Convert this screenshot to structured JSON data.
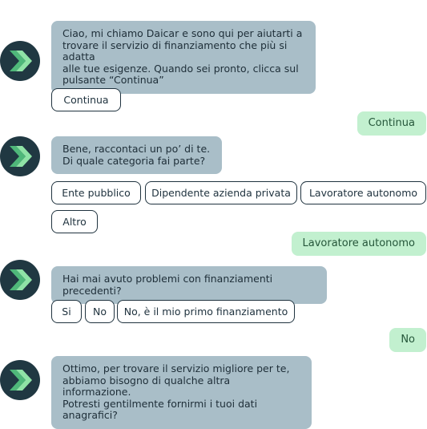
{
  "chat": {
    "messages": [
      {
        "text": "Ciao, mi chiamo Daicar e sono qui per aiutarti a\ntrovare il servizio di finanziamento che più si adatta\nalle tue esigenze. Quando sei pronto, clicca sul\npulsante “Continua”"
      },
      {
        "text": "Continua"
      },
      {
        "text": "Bene, raccontaci un po’ di te.\nDi quale categoria fai parte?"
      },
      {
        "text": "Lavoratore autonomo"
      },
      {
        "text": "Hai mai avuto problemi con finanziamenti precedenti?"
      },
      {
        "text": "No"
      },
      {
        "text": "Ottimo, per trovare il servizio migliore per te,\nabbiamo bisogno di qualche altra informazione.\nPotresti gentilmente fornirmi i tuoi dati anagrafici?"
      }
    ],
    "options_1": [
      "Continua"
    ],
    "options_2": [
      "Ente pubblico",
      "Dipendente azienda privata",
      "Lavoratore autonomo",
      "Altro"
    ],
    "options_3": [
      "Si",
      "No",
      "No, è il mio primo finanziamento"
    ]
  },
  "colors": {
    "bot_bubble": "#a9bec8",
    "user_bubble": "#c2f0cf",
    "avatar_bg": "#203842",
    "logo_light": "#8fe3a6",
    "logo_mid": "#4fb87a"
  },
  "icons": {
    "avatar": "daicar-logo-icon"
  }
}
